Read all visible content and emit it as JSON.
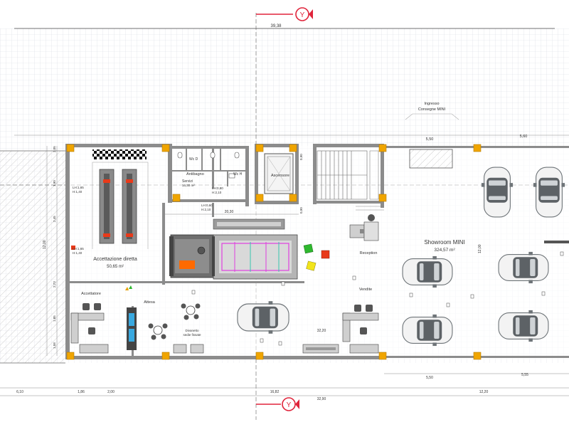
{
  "section_marker": {
    "letter": "Y"
  },
  "dimensions": {
    "top_overall": "39,38",
    "bottom_overall": "32,90",
    "bottom_mid": "16,82",
    "bottom_left": "6,10",
    "bottom_a": "1,86",
    "bottom_b": "2,00",
    "bottom_right": "12,20",
    "bottom_c": "5,50",
    "bottom_d": "5,55",
    "top_right_a": "5,50",
    "top_right_b": "5,60",
    "corridor": "20,30",
    "showroom_depth": "12,00",
    "left_total": "12,00",
    "left_1": "2,05",
    "left_2": "1,90",
    "left_3": "2,45",
    "left_4": "2,73",
    "left_5": "1,85",
    "left_6": "1,58",
    "mid_small": "32,20",
    "lift_a": "0,90",
    "lift_b": "0,90"
  },
  "door_labels": {
    "d1": "LH:1,65",
    "d1b": "H:1,40",
    "d2": "LH:1,65",
    "d2b": "H:1,40",
    "d3": "LH:0,80",
    "d3b": "H:2,10",
    "d4": "LH:0,60",
    "d4b": "H:2,10"
  },
  "rooms": {
    "acceptance": {
      "name": "Accettazione diretta",
      "area": "50,65 m²"
    },
    "antibagno": {
      "name": "Antibagno"
    },
    "wc_d": {
      "name": "Wc D"
    },
    "wc_h": {
      "name": "Wc H"
    },
    "servizi": {
      "name": "Servizi",
      "area": "16,30 m²"
    },
    "ascensore": {
      "name": "Ascensore"
    },
    "entrance": {
      "line1": "Ingresso",
      "line2": "Consegne MINI"
    },
    "showroom": {
      "name": "Showroom MINI",
      "area": "324,57 m²"
    },
    "reception": {
      "name": "Reception"
    },
    "vendite": {
      "name": "Vendite"
    },
    "accettatore": {
      "name": "Accettatore"
    },
    "attesa": {
      "name": "Attesa"
    },
    "sofa": {
      "line1": "Divanetto",
      "line2": "sedie fissate"
    }
  },
  "colors": {
    "grid": "#d7d9e3",
    "wall": "#8c8c8c",
    "column": "#f0a500",
    "marker": "#e0243b",
    "dark": "#3a3a3a",
    "car": "#6e7478",
    "orange": "#ff6a00",
    "green": "#2eb82e",
    "red": "#e83a1a",
    "yellow": "#f2e41a",
    "magenta": "#e040e0",
    "teal": "#39c5b0"
  }
}
